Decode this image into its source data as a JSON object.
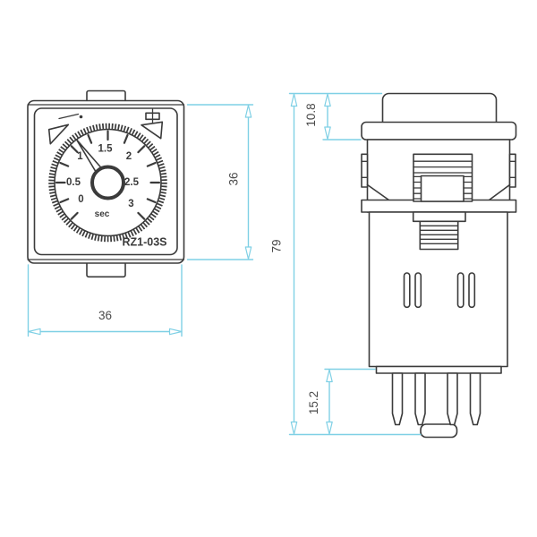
{
  "drawing": {
    "model": "RZ1-03S",
    "front_view": {
      "dial": {
        "unit": "sec",
        "numbers": [
          "0",
          "0.5",
          "1",
          "1.5",
          "2",
          "2.5",
          "3"
        ],
        "pointer": "needle between 1 and 1.5"
      },
      "icons": {
        "left": "screwdriver-adjust-icon",
        "right": "relay-contact-icon"
      }
    },
    "dimensions": {
      "front_width": "36",
      "front_height": "36",
      "overall_height": "79",
      "cap_height": "10.8",
      "pin_length": "15.2"
    },
    "colors": {
      "drawing_line": "#3b3b3b",
      "dimension_line": "#7fd0e5",
      "dimension_text": "#4a4a4a",
      "background": "#ffffff"
    }
  }
}
